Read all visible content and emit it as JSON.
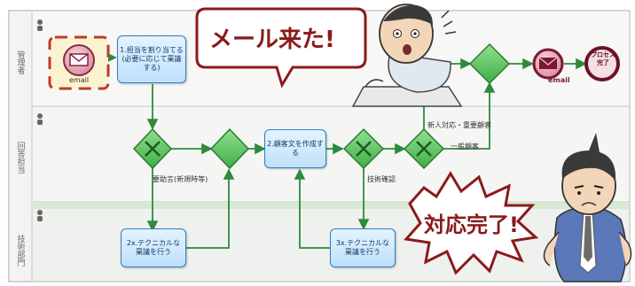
{
  "lanes": [
    {
      "label": "管理者"
    },
    {
      "label": "回答担当"
    },
    {
      "label": "技術部門"
    }
  ],
  "tasks": {
    "assign": "1.担当を割り当てる(必要に応じて稟議する)",
    "create_answer": "2.顧客文を作成する",
    "technical_a": "2x.テクニカルな稟議を行う",
    "technical_b": "3x.テクニカルな稟議を行う"
  },
  "events": {
    "start_label": "email",
    "end_message_label": "email",
    "end_label": "プロセス完了"
  },
  "flow_labels": {
    "needs_help": "要助言(新規時等)",
    "tech_check": "技術確認",
    "new_vip": "新人対応・重要顧客",
    "general": "一般顧客"
  },
  "callouts": {
    "mail_arrived": "メール来た!",
    "done": "対応完了!"
  },
  "colors": {
    "gateway": "#4cc24f",
    "task_border": "#2f7fc0",
    "event_dark": "#7a1830",
    "start_highlight": "#c0392b",
    "callout_text": "#8b1a1a"
  }
}
